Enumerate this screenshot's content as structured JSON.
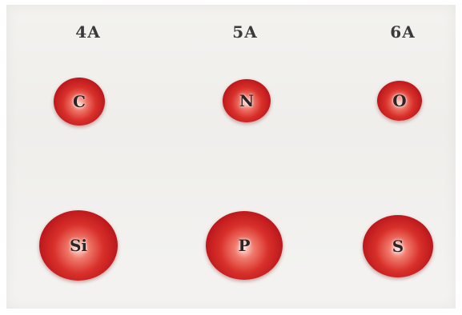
{
  "groups": [
    "4A",
    "5A",
    "6A"
  ],
  "period2": [
    {
      "symbol": "C"
    },
    {
      "symbol": "N"
    },
    {
      "symbol": "O"
    }
  ],
  "period3": [
    {
      "symbol": "Si"
    },
    {
      "symbol": "P"
    },
    {
      "symbol": "S"
    }
  ],
  "colors": {
    "atom": "#d8302a",
    "background": "#f1f0ed",
    "label": "#3a3a3a"
  }
}
